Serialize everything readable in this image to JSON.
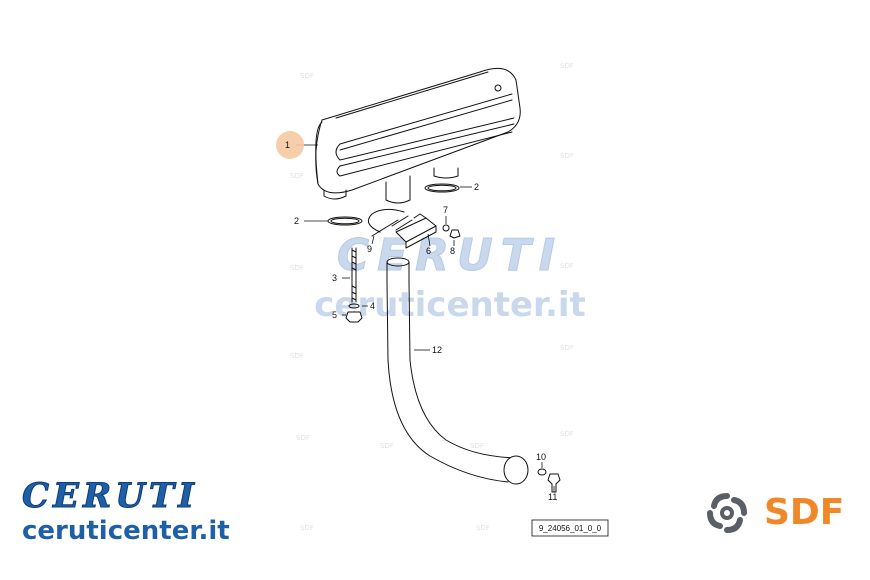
{
  "watermark": {
    "brand": "CERUTI",
    "site": "ceruticenter.it",
    "tile": "SDF"
  },
  "callouts": {
    "c1": "1",
    "c2a": "2",
    "c2b": "2",
    "c3": "3",
    "c4": "4",
    "c5": "5",
    "c6": "6",
    "c7": "7",
    "c8": "8",
    "c9": "9",
    "c10": "10",
    "c11": "11",
    "c12": "12"
  },
  "drawing_ref": "9_24056_01_0_0",
  "branding": {
    "ceruti_word": "CERUTI",
    "ceruti_site": "ceruticenter.it",
    "sdf_label": "SDF"
  },
  "colors": {
    "highlight": "#f5c9a0",
    "ceruti_blue": "#1f5fa8",
    "sdf_orange": "#f0882a",
    "sdf_grey": "#5a5e66"
  },
  "icons": [
    "sdf-logo-icon"
  ]
}
